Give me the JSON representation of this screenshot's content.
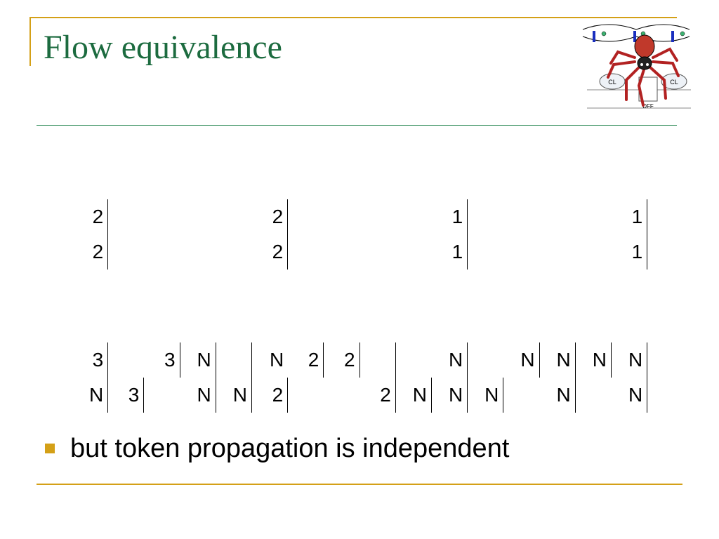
{
  "slide": {
    "title": "Flow equivalence",
    "bullet": "but token propagation is independent"
  },
  "logo": {
    "cl_left": "CL",
    "cl_right": "CL",
    "dff_label": "DFF"
  },
  "table1": {
    "rows": [
      [
        "2",
        "",
        "",
        "",
        "",
        "2",
        "",
        "",
        "",
        "",
        "1",
        "",
        "",
        "",
        "",
        "1"
      ],
      [
        "2",
        "",
        "",
        "",
        "",
        "2",
        "",
        "",
        "",
        "",
        "1",
        "",
        "",
        "",
        "",
        "1"
      ]
    ]
  },
  "table2": {
    "rows": [
      [
        "3",
        "",
        "3",
        "N",
        "",
        "N",
        "2",
        "2",
        "",
        "",
        "N",
        "",
        "N",
        "N",
        "N",
        "N"
      ],
      [
        "N",
        "3",
        "",
        "N",
        "N",
        "2",
        "",
        "",
        "2",
        "N",
        "N",
        "N",
        "",
        "N",
        "",
        "N"
      ]
    ]
  },
  "colors": {
    "title": "#1c6b3f",
    "accent": "#d4a017"
  }
}
